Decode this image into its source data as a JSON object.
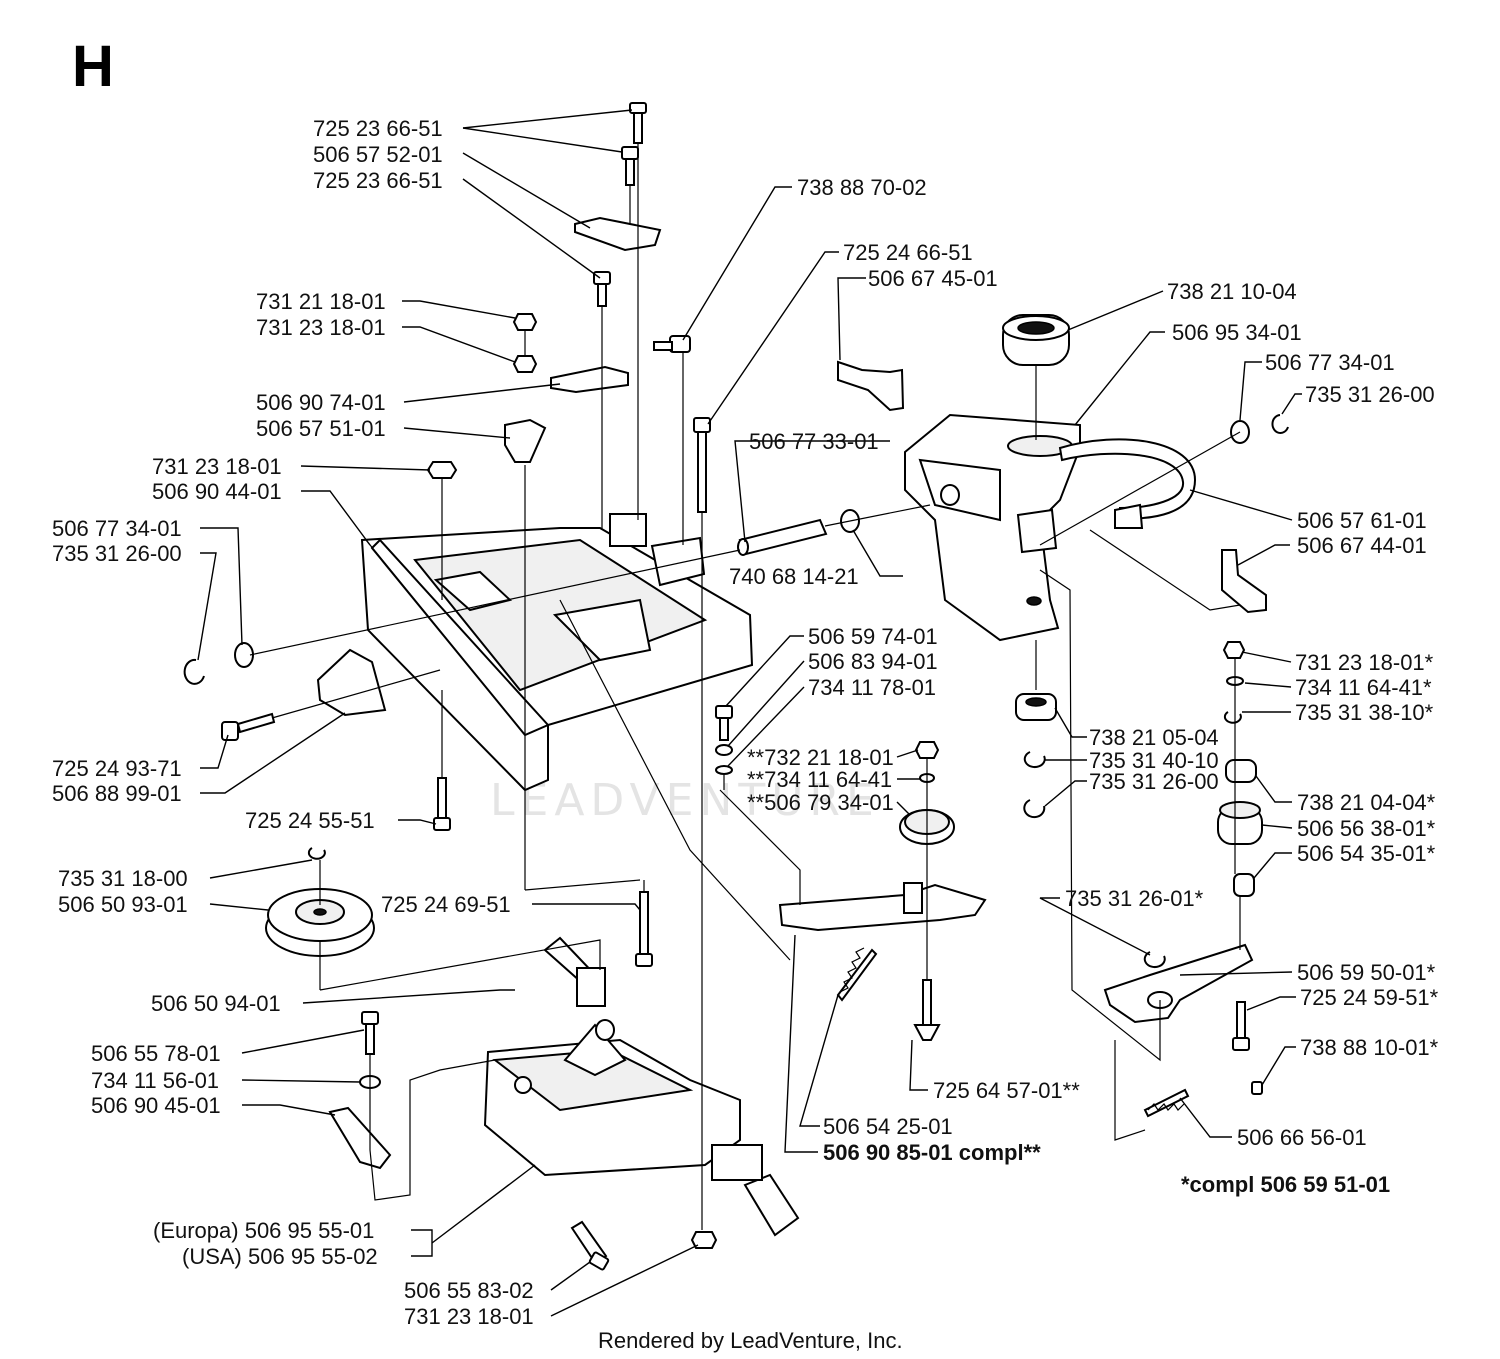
{
  "section_letter": "H",
  "watermark": "LEADVENTURE",
  "footer": "Rendered by LeadVenture, Inc.",
  "labels": [
    {
      "id": "l01",
      "text": "725 23 66-51"
    },
    {
      "id": "l02",
      "text": "506 57 52-01"
    },
    {
      "id": "l03",
      "text": "725 23 66-51"
    },
    {
      "id": "l04",
      "text": "738 88 70-02"
    },
    {
      "id": "l05",
      "text": "725 24 66-51"
    },
    {
      "id": "l06",
      "text": "506 67 45-01"
    },
    {
      "id": "l07",
      "text": "738 21 10-04"
    },
    {
      "id": "l08",
      "text": "506 95 34-01"
    },
    {
      "id": "l09",
      "text": "506 77 34-01"
    },
    {
      "id": "l10",
      "text": "735 31 26-00"
    },
    {
      "id": "l11",
      "text": "731 21 18-01"
    },
    {
      "id": "l12",
      "text": "731 23 18-01"
    },
    {
      "id": "l13",
      "text": "506 90 74-01"
    },
    {
      "id": "l14",
      "text": "506 57 51-01"
    },
    {
      "id": "l15",
      "text": "506 77 33-01"
    },
    {
      "id": "l16",
      "text": "731 23 18-01"
    },
    {
      "id": "l17",
      "text": "506 90 44-01"
    },
    {
      "id": "l18",
      "text": "506 77 34-01"
    },
    {
      "id": "l19",
      "text": "735 31 26-00"
    },
    {
      "id": "l20",
      "text": "740 68 14-21"
    },
    {
      "id": "l21",
      "text": "506 57 61-01"
    },
    {
      "id": "l22",
      "text": "506 67 44-01"
    },
    {
      "id": "l23",
      "text": "506 59 74-01"
    },
    {
      "id": "l24",
      "text": "506 83 94-01"
    },
    {
      "id": "l25",
      "text": "734 11 78-01"
    },
    {
      "id": "l26",
      "text": "731 23 18-01*"
    },
    {
      "id": "l27",
      "text": "734 11 64-41*"
    },
    {
      "id": "l28",
      "text": "735 31 38-10*"
    },
    {
      "id": "l29",
      "text": "738 21 05-04"
    },
    {
      "id": "l30",
      "text": "735 31 40-10"
    },
    {
      "id": "l31",
      "text": "735 31 26-00"
    },
    {
      "id": "l32",
      "text": "**732 21 18-01"
    },
    {
      "id": "l33",
      "text": "**734 11 64-41"
    },
    {
      "id": "l34",
      "text": "**506 79 34-01"
    },
    {
      "id": "l35",
      "text": "738 21 04-04*"
    },
    {
      "id": "l36",
      "text": "506 56 38-01*"
    },
    {
      "id": "l37",
      "text": "506 54 35-01*"
    },
    {
      "id": "l38",
      "text": "725 24 93-71"
    },
    {
      "id": "l39",
      "text": "506 88 99-01"
    },
    {
      "id": "l40",
      "text": "725 24 55-51"
    },
    {
      "id": "l41",
      "text": "735 31 18-00"
    },
    {
      "id": "l42",
      "text": "506 50 93-01"
    },
    {
      "id": "l43",
      "text": "725 24 69-51"
    },
    {
      "id": "l44",
      "text": "735 31 26-01*"
    },
    {
      "id": "l45",
      "text": "506 59 50-01*"
    },
    {
      "id": "l46",
      "text": "725 24 59-51*"
    },
    {
      "id": "l47",
      "text": "506 50 94-01"
    },
    {
      "id": "l48",
      "text": "506 55 78-01"
    },
    {
      "id": "l49",
      "text": "734 11 56-01"
    },
    {
      "id": "l50",
      "text": "506 90 45-01"
    },
    {
      "id": "l51",
      "text": "738 88 10-01*"
    },
    {
      "id": "l52",
      "text": "725 64 57-01**"
    },
    {
      "id": "l53",
      "text": "506 54 25-01"
    },
    {
      "id": "l54",
      "text": "506 90 85-01 compl**"
    },
    {
      "id": "l55",
      "text": "506 66 56-01"
    },
    {
      "id": "l56",
      "text": "*compl 506 59 51-01"
    },
    {
      "id": "l57",
      "text": "(Europa) 506 95 55-01"
    },
    {
      "id": "l58",
      "text": "(USA) 506 95 55-02"
    },
    {
      "id": "l59",
      "text": "506 55 83-02"
    },
    {
      "id": "l60",
      "text": "731 23 18-01"
    }
  ]
}
